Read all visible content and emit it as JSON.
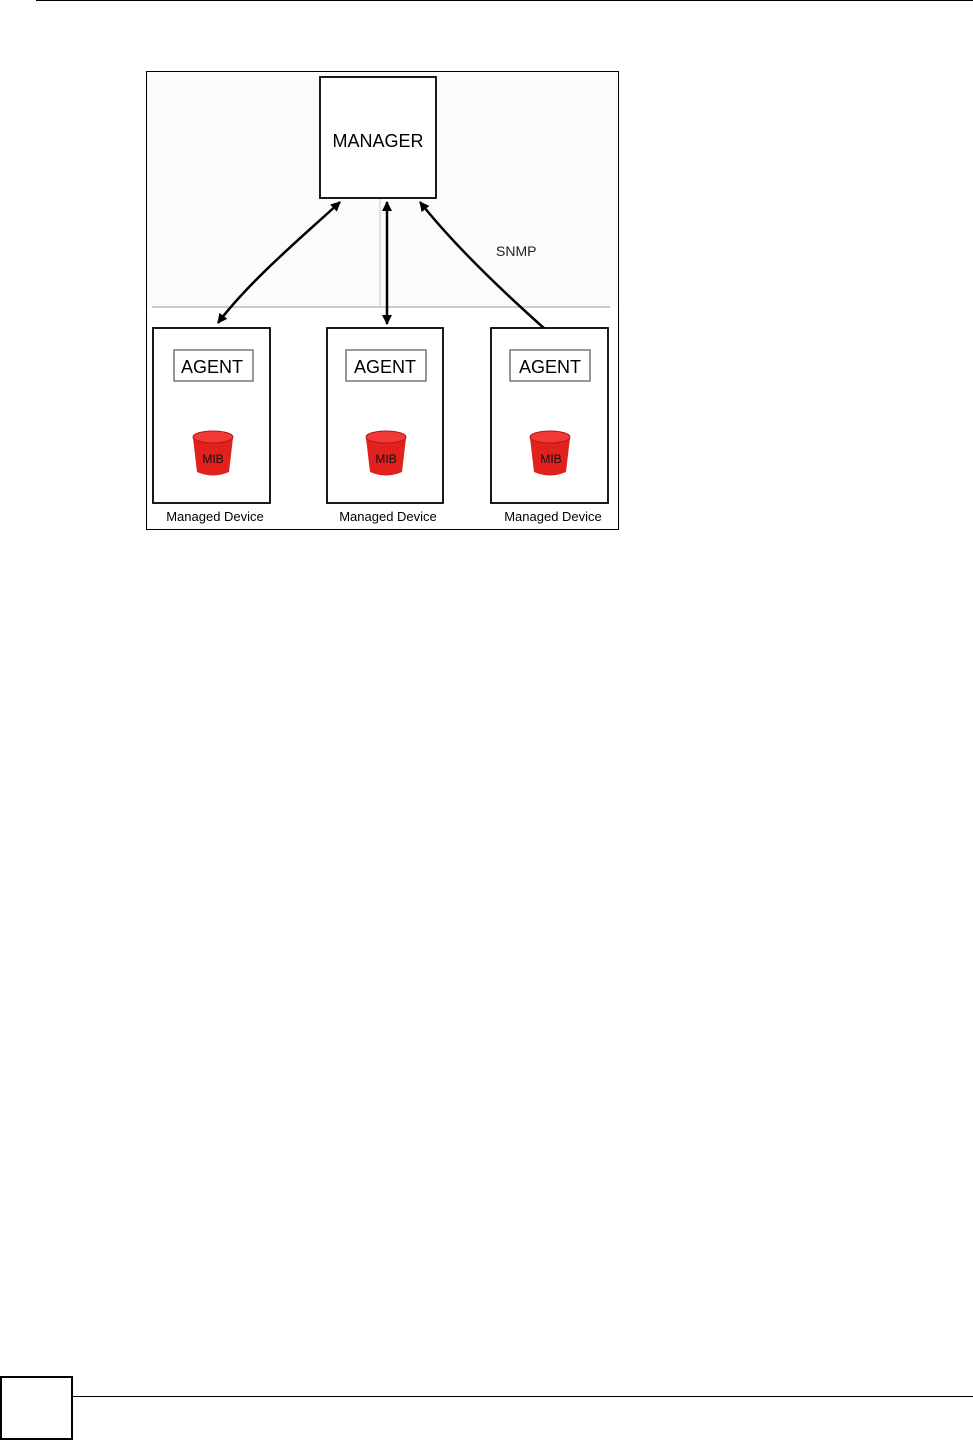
{
  "diagram": {
    "manager_label": "MANAGER",
    "protocol_label": "SNMP",
    "devices": [
      {
        "agent_label": "AGENT",
        "mib_label": "MIB",
        "caption": "Managed Device"
      },
      {
        "agent_label": "AGENT",
        "mib_label": "MIB",
        "caption": "Managed Device"
      },
      {
        "agent_label": "AGENT",
        "mib_label": "MIB",
        "caption": "Managed Device"
      }
    ],
    "colors": {
      "mib_fill": "#e0211d",
      "mib_top": "#f03a35",
      "line": "#000000",
      "separator": "#bdbdbd"
    }
  },
  "footer": {
    "page_number": ""
  }
}
